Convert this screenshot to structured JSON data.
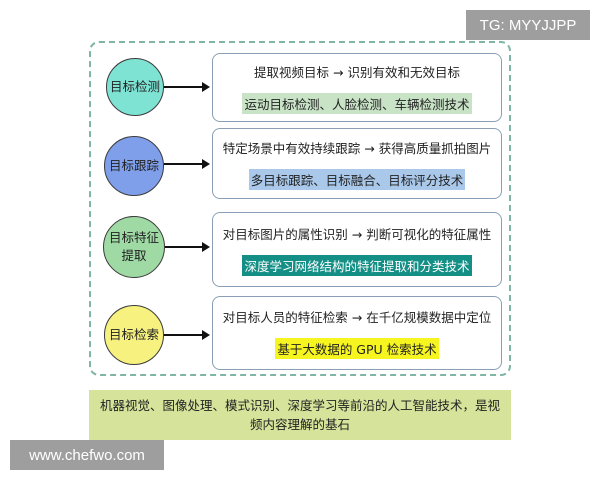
{
  "watermarks": {
    "top_right": "TG: MYYJJPP",
    "bottom_left": "www.chefwo.com"
  },
  "rows": [
    {
      "circle_label": "目标检测",
      "circle_color": "#7fe3d4",
      "line1": "提取视频目标 → 识别有效和无效目标",
      "line2": "运动目标检测、人脸检测、车辆检测技术",
      "line2_bg": "#c8e3c6",
      "line2_fg": "#222222"
    },
    {
      "circle_label": "目标跟踪",
      "circle_color": "#7f9feb",
      "line1": "特定场景中有效持续跟踪 → 获得高质量抓拍图片",
      "line2": "多目标跟踪、目标融合、目标评分技术",
      "line2_bg": "#a9c8ea",
      "line2_fg": "#222222"
    },
    {
      "circle_label": "目标特征提取",
      "circle_label_lines": [
        "目标特征",
        "提取"
      ],
      "circle_color": "#9fd9a4",
      "line1": "对目标图片的属性识别 → 判断可视化的特征属性",
      "line2": "深度学习网络结构的特征提取和分类技术",
      "line2_bg": "#148f86",
      "line2_fg": "#ffffff"
    },
    {
      "circle_label": "目标检索",
      "circle_color": "#f7f17f",
      "line1": "对目标人员的特征检索 → 在千亿规模数据中定位",
      "line2": "基于大数据的 GPU 检索技术",
      "line2_bg": "#f7f520",
      "line2_fg": "#222222"
    }
  ],
  "banner": {
    "text": "机器视觉、图像处理、模式识别、深度学习等前沿的人工智能技术，是视频内容理解的基石",
    "color": "#d6e39a"
  },
  "colors": {
    "container_border": "#7fb5a4",
    "box_border": "#8a9fb5"
  }
}
